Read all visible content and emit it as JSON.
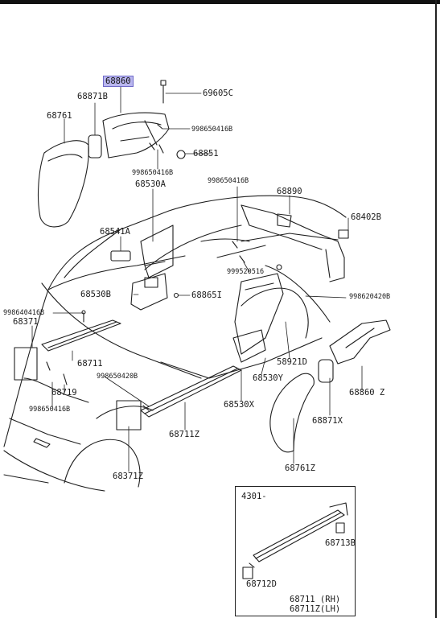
{
  "colors": {
    "ink": "#1a1a1a",
    "highlight": "#b9b6ef",
    "paper": "#ffffff"
  },
  "parts": {
    "p68860": "68860",
    "p69605C": "69605C",
    "p68871B": "68871B",
    "p998650416B_a": "998650416B",
    "p68761": "68761",
    "p68851": "68851",
    "p998650416B_b": "998650416B",
    "p68530A": "68530A",
    "p998650416B_c": "998650416B",
    "p68890": "68890",
    "p68402B": "68402B",
    "p68541A": "68541A",
    "p999520516": "999520516",
    "p68530B": "68530B",
    "p68865I": "68865I",
    "p998620420B": "998620420B",
    "p998640416B": "998640416B",
    "p68371": "68371",
    "p58921D": "58921D",
    "p68711": "68711",
    "p68530Y": "68530Y",
    "p998650420B": "998650420B",
    "p68719": "68719",
    "p68860Z": "68860 Z",
    "p998650416B_d": "998650416B",
    "p68530X": "68530X",
    "p68871X": "68871X",
    "p68711Z": "68711Z",
    "p68761Z": "68761Z",
    "p68371Z": "68371Z"
  },
  "inset": {
    "date_code": "4301-",
    "p68713B": "68713B",
    "p68712D": "68712D",
    "p68711_rh": "68711  (RH)",
    "p68711Z_lh": "68711Z(LH)"
  }
}
